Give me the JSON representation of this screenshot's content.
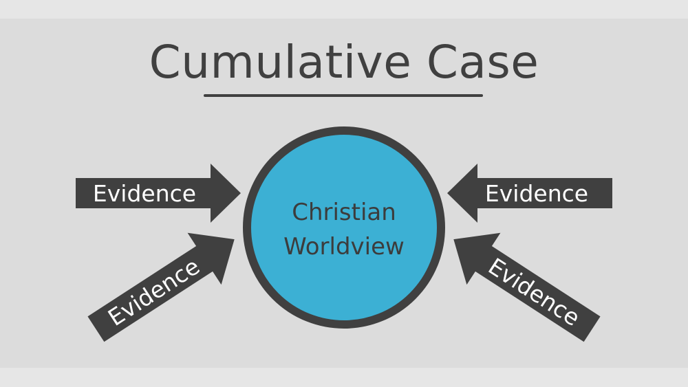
{
  "title": "Cumulative Case",
  "center": {
    "line1": "Christian",
    "line2": "Worldview"
  },
  "evidence": [
    {
      "label": "Evidence"
    },
    {
      "label": "Evidence"
    },
    {
      "label": "Evidence"
    },
    {
      "label": "Evidence"
    }
  ],
  "colors": {
    "background": "#dcdcdc",
    "circle_fill": "#3cb0d4",
    "circle_stroke": "#404040",
    "arrow": "#404040",
    "text_dark": "#404040",
    "text_light": "#ffffff"
  }
}
